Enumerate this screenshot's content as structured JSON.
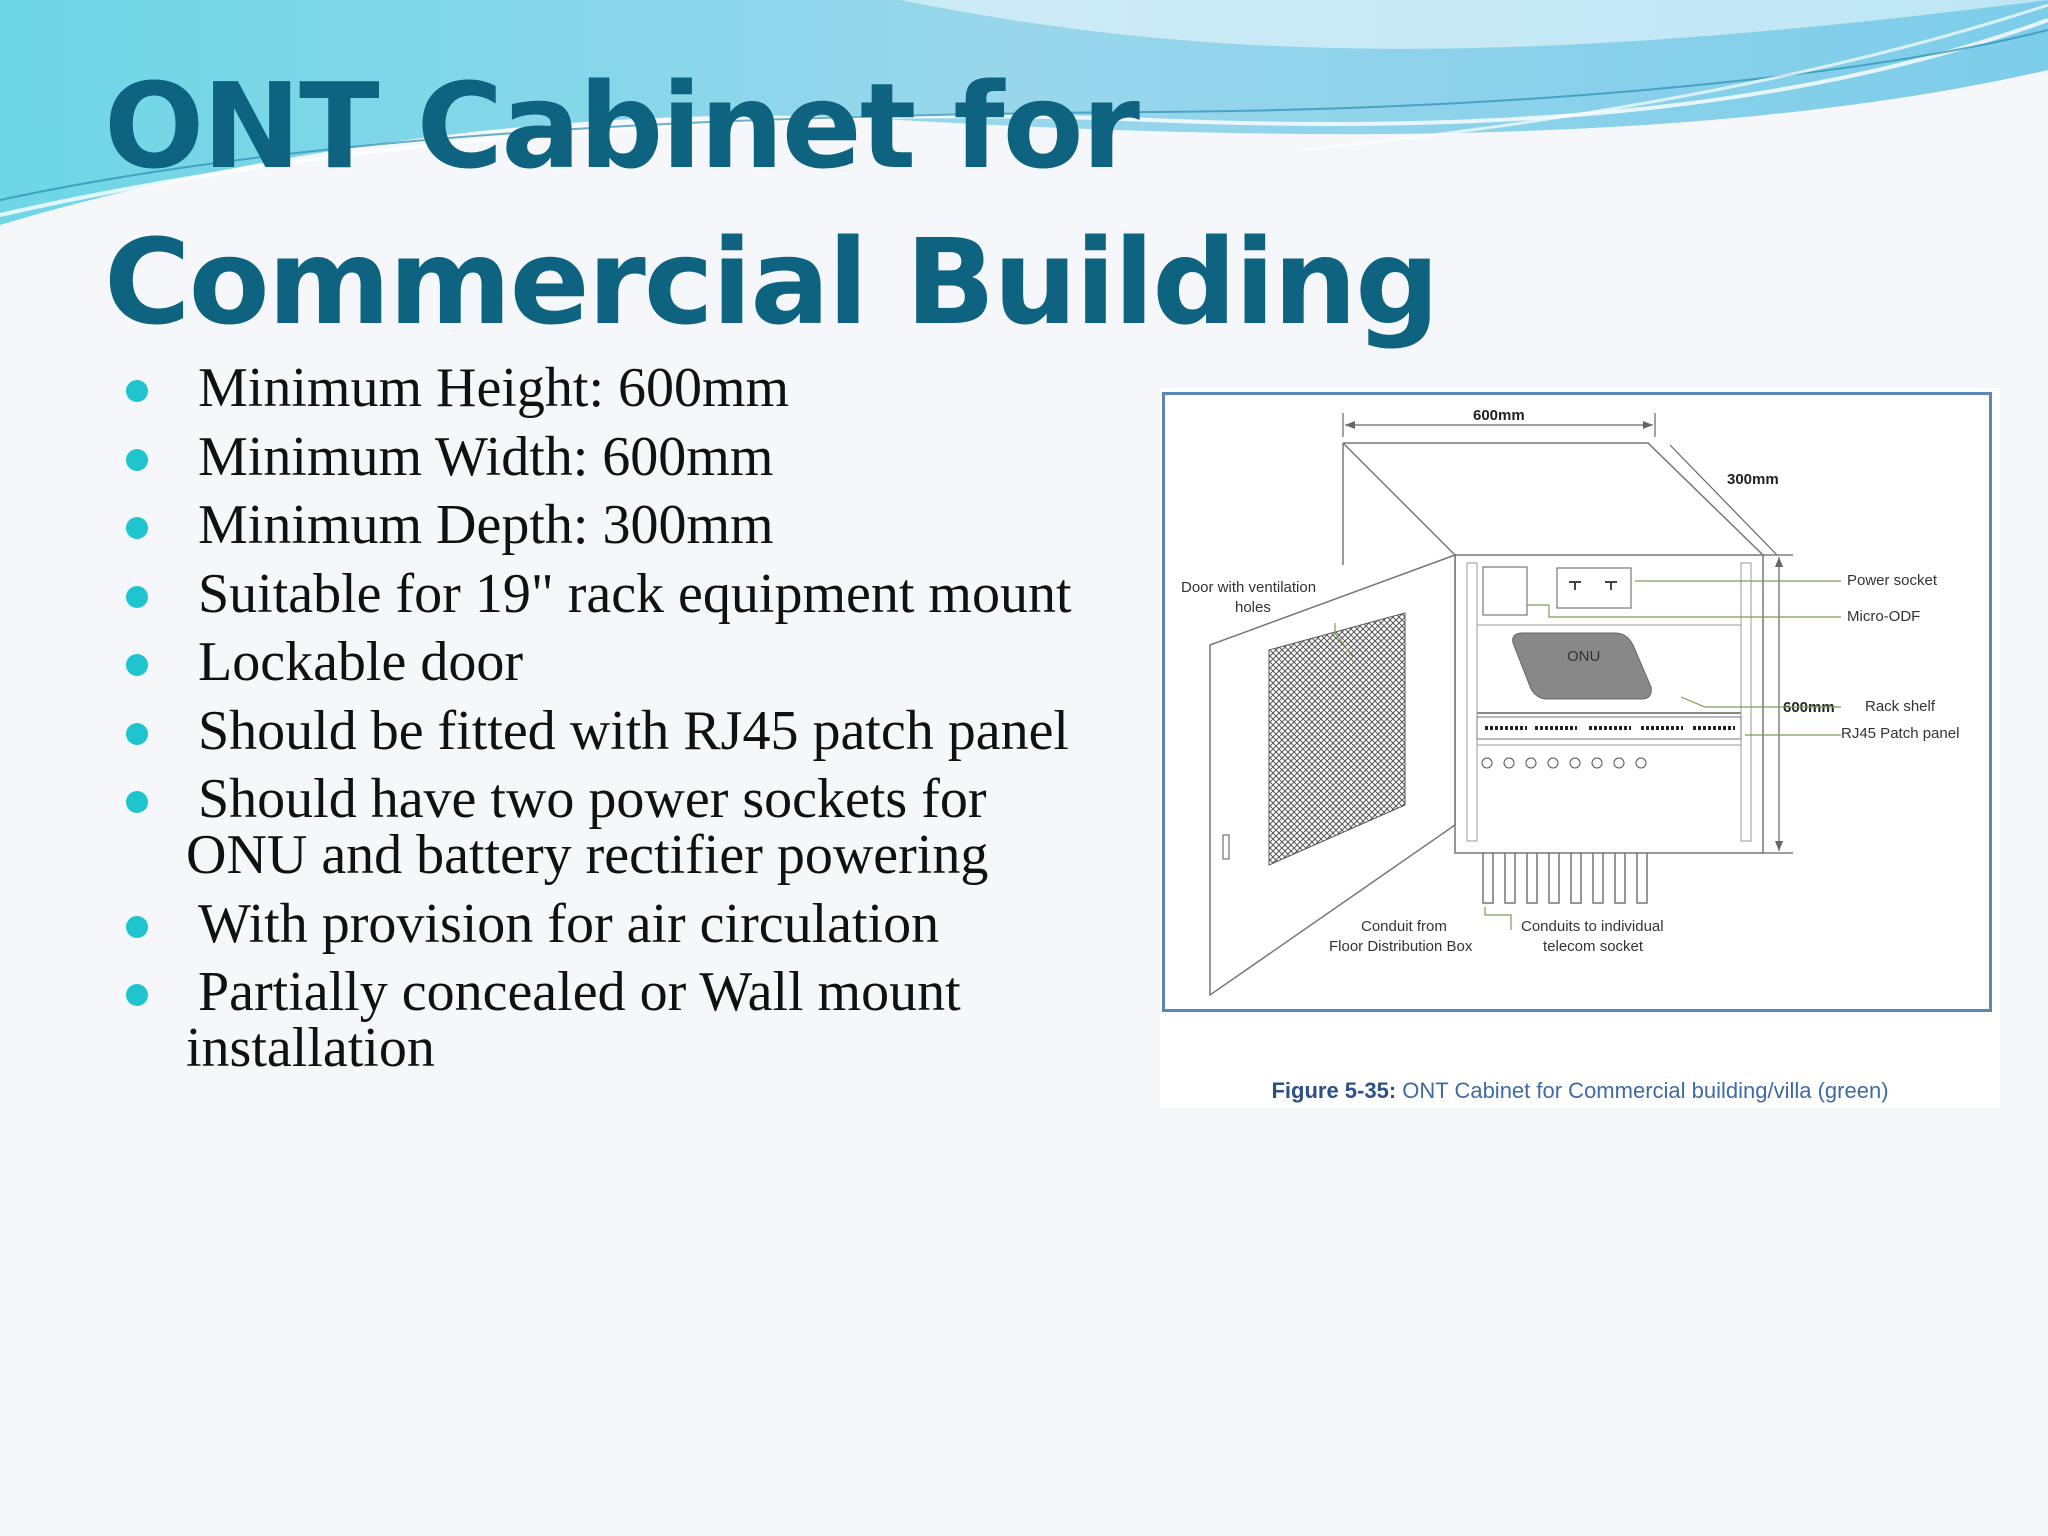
{
  "slide": {
    "title": "ONT Cabinet for Commercial Building",
    "bullets": [
      "Minimum Height: 600mm",
      "Minimum Width: 600mm",
      "Minimum Depth: 300mm",
      "Suitable for 19\" rack equipment mount",
      "Lockable door",
      "Should be fitted with RJ45 patch panel",
      "Should have two power sockets for ONU and battery rectifier powering",
      "With provision for air circulation",
      "Partially concealed or Wall mount installation"
    ]
  },
  "figure": {
    "dim_width": "600mm",
    "dim_depth": "300mm",
    "dim_height": "600mm",
    "label_door": "Door with ventilation",
    "label_door_2": "holes",
    "label_power": "Power socket",
    "label_odf": "Micro-ODF",
    "label_onu": "ONU",
    "label_shelf": "Rack shelf",
    "label_patch": "RJ45 Patch panel",
    "label_conduit_from": "Conduit from",
    "label_conduit_from_2": "Floor Distribution Box",
    "label_conduits_to": "Conduits to individual",
    "label_conduits_to_2": "telecom socket",
    "caption_label": "Figure 5-35:",
    "caption_text": "ONT Cabinet for Commercial building/villa (green)"
  },
  "colors": {
    "title": "#0e6380",
    "bullet": "#1ec5cf",
    "frame": "#5a86b8",
    "caption": "#3e6aa7"
  }
}
